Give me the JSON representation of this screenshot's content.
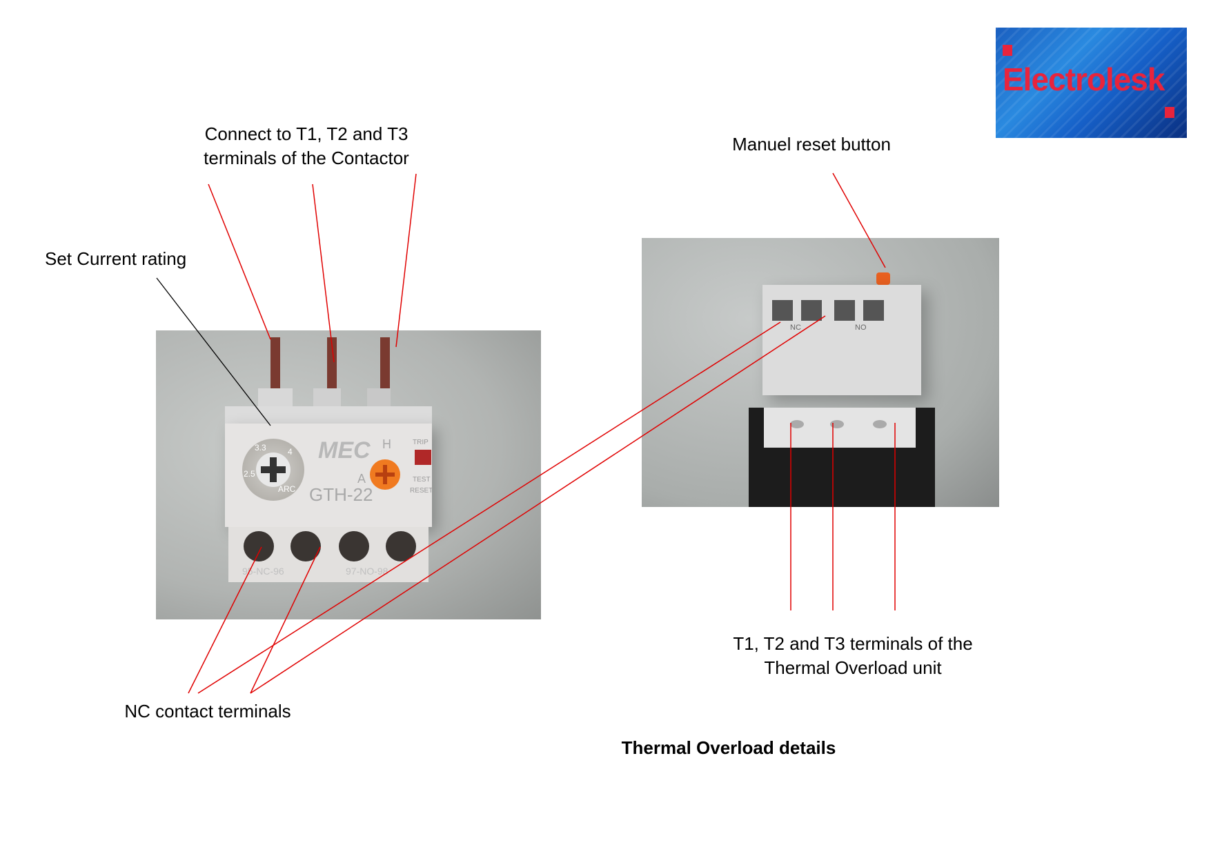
{
  "labels": {
    "connect_line1": "Connect  to  T1, T2  and  T3",
    "connect_line2": "terminals of the Contactor",
    "set_current": "Set Current rating",
    "manual_reset": "Manuel reset button",
    "nc_terminals": "NC contact terminals",
    "t_terminals_line1": "T1, T2  and  T3   terminals of the",
    "t_terminals_line2": "Thermal Overload unit",
    "caption": "Thermal Overload  details"
  },
  "logo": {
    "text": "Electrolesk"
  },
  "device": {
    "brand": "MEC",
    "model": "GTH-22",
    "dial_values": [
      "2.5",
      "3.3",
      "4"
    ],
    "dial_unit": "ARC",
    "mode_labels": [
      "H",
      "A"
    ],
    "trip": "TRIP",
    "test": "TEST",
    "reset": "RESET",
    "nc_contacts": "95-NC-96",
    "no_contacts": "97-NO-98",
    "nc_short": "NC",
    "no_short": "NO"
  },
  "colors": {
    "leader_red": "#e00000",
    "leader_black": "#000000",
    "logo_red": "#e8243c",
    "logo_blue": "#1a6fd0"
  }
}
